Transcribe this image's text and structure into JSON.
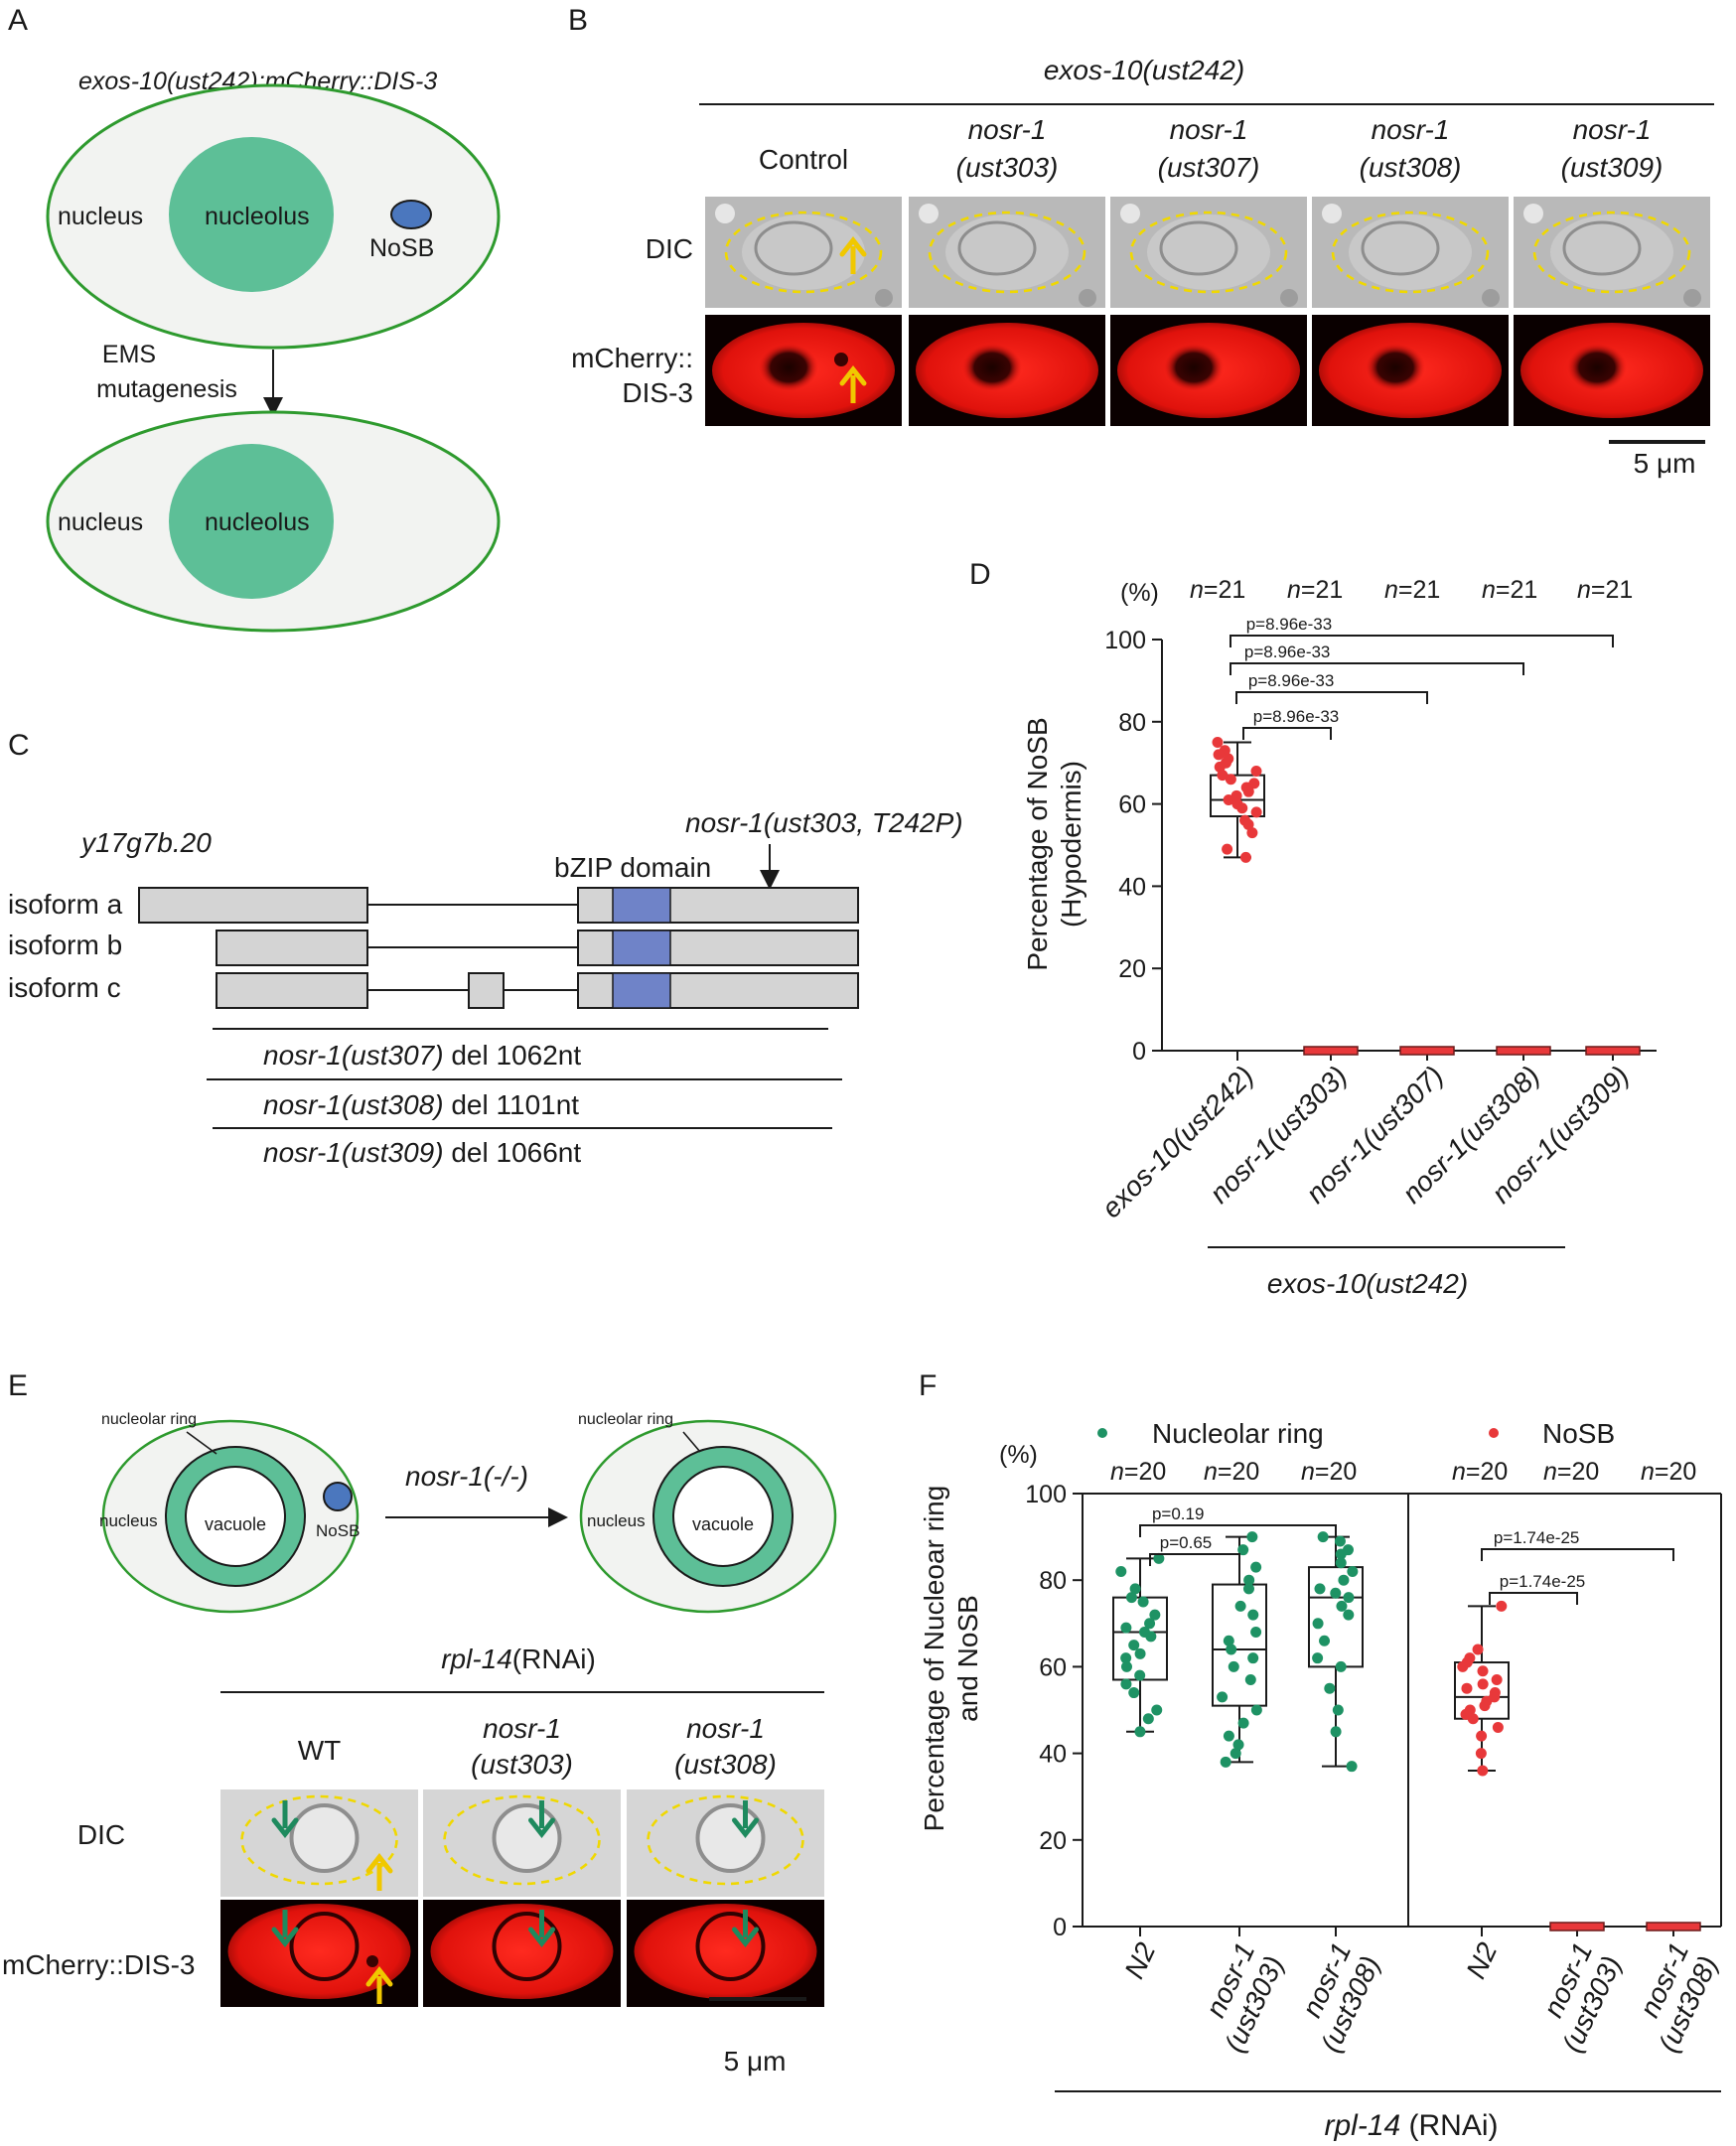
{
  "panels": {
    "A": {
      "letter": "A",
      "strain": "exos-10(ust242);mCherry::DIS-3",
      "nucleus": "nucleus",
      "nucleolus": "nucleolus",
      "nosb": "NoSB",
      "step1": "EMS",
      "step2": "mutagenesis",
      "nucleus2": "nucleus",
      "nucleolus2": "nucleolus"
    },
    "B": {
      "letter": "B",
      "header": "exos-10(ust242)",
      "columns": [
        {
          "l1": "Control",
          "l2": ""
        },
        {
          "l1": "nosr-1",
          "l2": "(ust303)"
        },
        {
          "l1": "nosr-1",
          "l2": "(ust307)"
        },
        {
          "l1": "nosr-1",
          "l2": "(ust308)"
        },
        {
          "l1": "nosr-1",
          "l2": "(ust309)"
        }
      ],
      "row1": "DIC",
      "row2a": "mCherry::",
      "row2b": "DIS-3",
      "scale": "5 μm"
    },
    "C": {
      "letter": "C",
      "gene": "y17g7b.20",
      "mutation": "nosr-1(ust303, T242P)",
      "domain": "bZIP domain",
      "isoforms": [
        "isoform a",
        "isoform b",
        "isoform c"
      ],
      "deletions": [
        {
          "allele": "nosr-1(ust307)",
          "desc": " del 1062nt"
        },
        {
          "allele": "nosr-1(ust308)",
          "desc": " del 1101nt"
        },
        {
          "allele": "nosr-1(ust309)",
          "desc": " del 1066nt"
        }
      ]
    },
    "D": {
      "letter": "D",
      "unit": "(%)",
      "n_labels": [
        "n=21",
        "n=21",
        "n=21",
        "n=21",
        "n=21"
      ],
      "ylabel1": "Percentage of NoSB",
      "ylabel2": "(Hypodermis)",
      "pvalues": [
        "p=8.96e-33",
        "p=8.96e-33",
        "p=8.96e-33",
        "p=8.96e-33"
      ],
      "group_label": "exos-10(ust242)"
    },
    "E": {
      "letter": "E",
      "ring": "nucleolar ring",
      "ring2": "nucleolar ring",
      "nucleus": "nucleus",
      "nucleus2": "nucleus",
      "vacuole": "vacuole",
      "vacuole2": "vacuole",
      "nosb": "NoSB",
      "arrow_label": "nosr-1(-/-)",
      "rnai_gene": "rpl-14",
      "rnai_suffix": "(RNAi)",
      "columns": [
        {
          "l1": "WT",
          "l2": ""
        },
        {
          "l1": "nosr-1",
          "l2": "(ust303)"
        },
        {
          "l1": "nosr-1",
          "l2": "(ust308)"
        }
      ],
      "row1": "DIC",
      "row2": "mCherry::DIS-3",
      "scale": "5 μm"
    },
    "F": {
      "letter": "F",
      "unit": "(%)",
      "legend_ring": "Nucleolar ring",
      "legend_nosb": "NoSB",
      "n_labels": [
        "n=20",
        "n=20",
        "n=20",
        "n=20",
        "n=20",
        "n=20"
      ],
      "ylabel1": "Percentage of Nucleoar ring",
      "ylabel2": "and NoSB",
      "p_ring": [
        "p=0.65",
        "p=0.19"
      ],
      "p_nosb": [
        "p=1.74e-25",
        "p=1.74e-25"
      ],
      "rnai_gene": "rpl-14",
      "rnai_suffix": " (RNAi)"
    }
  },
  "chart_data": [
    {
      "type": "box",
      "panel": "D",
      "categories": [
        "exos-10(ust242)",
        "nosr-1(ust303)",
        "nosr-1(ust307)",
        "nosr-1(ust308)",
        "nosr-1(ust309)"
      ],
      "ylabel": "Percentage of NoSB (Hypodermis)",
      "ylim": [
        0,
        100
      ],
      "yticks": [
        0,
        20,
        40,
        60,
        80,
        100
      ],
      "color": "#e8383a",
      "points": [
        [
          75,
          73,
          72,
          71,
          70,
          69,
          68,
          67,
          66,
          65,
          64,
          63,
          62,
          61,
          60,
          59,
          58,
          56,
          55,
          53,
          49,
          47
        ],
        [
          0,
          0,
          0,
          0,
          0,
          0,
          0,
          0,
          0,
          0,
          0,
          0,
          0,
          0,
          0,
          0,
          0,
          0,
          0,
          0,
          0
        ],
        [
          0,
          0,
          0,
          0,
          0,
          0,
          0,
          0,
          0,
          0,
          0,
          0,
          0,
          0,
          0,
          0,
          0,
          0,
          0,
          0,
          0
        ],
        [
          0,
          0,
          0,
          0,
          0,
          0,
          0,
          0,
          0,
          0,
          0,
          0,
          0,
          0,
          0,
          0,
          0,
          0,
          0,
          0,
          0
        ],
        [
          0,
          0,
          0,
          0,
          0,
          0,
          0,
          0,
          0,
          0,
          0,
          0,
          0,
          0,
          0,
          0,
          0,
          0,
          0,
          0,
          0
        ]
      ],
      "box": [
        {
          "min": 47,
          "q1": 57,
          "median": 61,
          "q3": 67,
          "max": 75
        },
        {
          "min": 0,
          "q1": 0,
          "median": 0,
          "q3": 0,
          "max": 0
        },
        {
          "min": 0,
          "q1": 0,
          "median": 0,
          "q3": 0,
          "max": 0
        },
        {
          "min": 0,
          "q1": 0,
          "median": 0,
          "q3": 0,
          "max": 0
        },
        {
          "min": 0,
          "q1": 0,
          "median": 0,
          "q3": 0,
          "max": 0
        }
      ],
      "comparisons": [
        {
          "from": 0,
          "to": 1,
          "p": "p=8.96e-33"
        },
        {
          "from": 0,
          "to": 2,
          "p": "p=8.96e-33"
        },
        {
          "from": 0,
          "to": 3,
          "p": "p=8.96e-33"
        },
        {
          "from": 0,
          "to": 4,
          "p": "p=8.96e-33"
        }
      ]
    },
    {
      "type": "box",
      "panel": "F",
      "categories": [
        "N2",
        "nosr-1 (ust303)",
        "nosr-1 (ust308)",
        "N2",
        "nosr-1 (ust303)",
        "nosr-1 (ust308)"
      ],
      "ylabel": "Percentage of Nucleoar ring and NoSB",
      "ylim": [
        0,
        100
      ],
      "yticks": [
        0,
        20,
        40,
        60,
        80,
        100
      ],
      "legend": [
        "Nucleolar ring",
        "NoSB"
      ],
      "series": [
        {
          "name": "Nucleolar ring",
          "color": "#1e9264",
          "groups": [
            {
              "points": [
                85,
                82,
                78,
                76,
                75,
                72,
                70,
                69,
                68,
                67,
                65,
                63,
                62,
                60,
                58,
                56,
                54,
                50,
                48,
                45
              ],
              "box": {
                "min": 45,
                "q1": 57,
                "median": 68,
                "q3": 76,
                "max": 85
              }
            },
            {
              "points": [
                90,
                87,
                83,
                80,
                78,
                74,
                72,
                68,
                66,
                64,
                62,
                60,
                57,
                53,
                50,
                47,
                44,
                42,
                40,
                38
              ],
              "box": {
                "min": 38,
                "q1": 51,
                "median": 64,
                "q3": 79,
                "max": 90
              }
            },
            {
              "points": [
                90,
                89,
                87,
                86,
                84,
                82,
                80,
                78,
                77,
                76,
                74,
                72,
                70,
                66,
                62,
                60,
                55,
                50,
                45,
                37
              ],
              "box": {
                "min": 37,
                "q1": 60,
                "median": 76,
                "q3": 83,
                "max": 90
              }
            }
          ]
        },
        {
          "name": "NoSB",
          "color": "#e8383a",
          "groups": [
            {
              "points": [
                74,
                64,
                62,
                61,
                60,
                59,
                57,
                56,
                55,
                54,
                53,
                52,
                51,
                50,
                49,
                48,
                46,
                44,
                40,
                36
              ],
              "box": {
                "min": 36,
                "q1": 48,
                "median": 53,
                "q3": 61,
                "max": 74
              }
            },
            {
              "points": [
                0,
                0,
                0,
                0,
                0,
                0,
                0,
                0,
                0,
                0,
                0,
                0,
                0,
                0,
                0,
                0,
                0,
                0,
                0,
                0
              ],
              "box": {
                "min": 0,
                "q1": 0,
                "median": 0,
                "q3": 0,
                "max": 0
              }
            },
            {
              "points": [
                0,
                0,
                0,
                0,
                0,
                0,
                0,
                0,
                0,
                0,
                0,
                0,
                0,
                0,
                0,
                0,
                0,
                0,
                0,
                0
              ],
              "box": {
                "min": 0,
                "q1": 0,
                "median": 0,
                "q3": 0,
                "max": 0
              }
            }
          ]
        }
      ],
      "comparisons": [
        {
          "from": 0,
          "to": 1,
          "p": "p=0.65"
        },
        {
          "from": 0,
          "to": 2,
          "p": "p=0.19"
        },
        {
          "from": 3,
          "to": 4,
          "p": "p=1.74e-25"
        },
        {
          "from": 3,
          "to": 5,
          "p": "p=1.74e-25"
        }
      ]
    }
  ]
}
